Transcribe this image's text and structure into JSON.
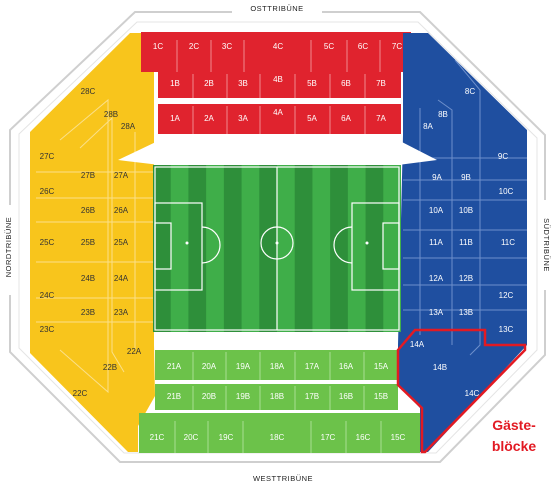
{
  "stands": {
    "ost": "OSTTRIBÜNE",
    "west": "WESTTRIBÜNE",
    "nord": "NORDTRIBÜNE",
    "sued": "SÜDTRIBÜNE"
  },
  "guest_label": {
    "line1": "Gäste-",
    "line2": "blöcke"
  },
  "colors": {
    "ost": "#e0232e",
    "west": "#6cc24a",
    "nord": "#f8c51c",
    "sued": "#1f4fa0",
    "pitch_light": "#3fae49",
    "pitch_dark": "#2e8f3a",
    "highlight": "#e21a23"
  },
  "blocks": {
    "ost_c": [
      "1C",
      "2C",
      "3C",
      "4C",
      "5C",
      "6C",
      "7C"
    ],
    "ost_b": [
      "1B",
      "2B",
      "3B",
      "4B",
      "5B",
      "6B",
      "7B"
    ],
    "ost_a": [
      "1A",
      "2A",
      "3A",
      "4A",
      "5A",
      "6A",
      "7A"
    ],
    "west_a": [
      "21A",
      "20A",
      "19A",
      "18A",
      "17A",
      "16A",
      "15A"
    ],
    "west_b": [
      "21B",
      "20B",
      "19B",
      "18B",
      "17B",
      "16B",
      "15B"
    ],
    "west_c": [
      "21C",
      "20C",
      "19C",
      "18C",
      "17C",
      "16C",
      "15C"
    ],
    "nord_c": [
      "28C",
      "27C",
      "26C",
      "25C",
      "24C",
      "23C",
      "22C"
    ],
    "nord_b": [
      "28B",
      "27B",
      "26B",
      "25B",
      "24B",
      "23B",
      "22B"
    ],
    "nord_a": [
      "28A",
      "27A",
      "26A",
      "25A",
      "24A",
      "23A",
      "22A"
    ],
    "sued_c": [
      "8C",
      "9C",
      "10C",
      "11C",
      "12C",
      "13C",
      "14C"
    ],
    "sued_b": [
      "8B",
      "9B",
      "10B",
      "11B",
      "12B",
      "13B",
      "14B"
    ],
    "sued_a": [
      "8A",
      "9A",
      "10A",
      "11A",
      "12A",
      "13A",
      "14A"
    ]
  }
}
